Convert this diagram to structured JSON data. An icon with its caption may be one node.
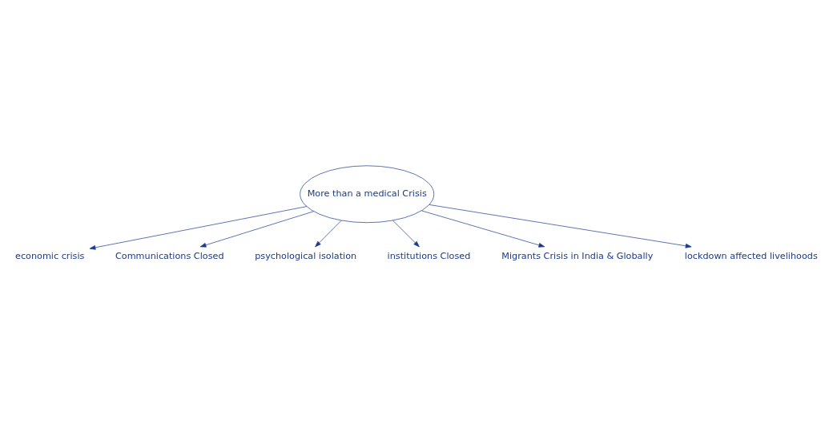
{
  "diagram": {
    "nodes": [
      {
        "text": [
          "More than a medical Crisis"
        ]
      },
      {
        "text": [
          "economic crisis"
        ]
      },
      {
        "text": [
          "Communications Closed"
        ]
      },
      {
        "text": [
          "psychological isolation"
        ]
      },
      {
        "text": [
          "institutions Closed"
        ]
      },
      {
        "text": [
          "Migrants Crisis in India & Globally"
        ]
      },
      {
        "text": [
          "lockdown affected livelihoods"
        ]
      }
    ],
    "edges": [
      {
        "from": 0,
        "to": 1,
        "arrow": "to"
      },
      {
        "from": 0,
        "to": 2,
        "arrow": "to"
      },
      {
        "from": 0,
        "to": 3,
        "arrow": "to"
      },
      {
        "from": 0,
        "to": 4,
        "arrow": "to"
      },
      {
        "from": 0,
        "to": 5,
        "arrow": "to"
      },
      {
        "from": 0,
        "to": 6,
        "arrow": "to"
      }
    ]
  }
}
